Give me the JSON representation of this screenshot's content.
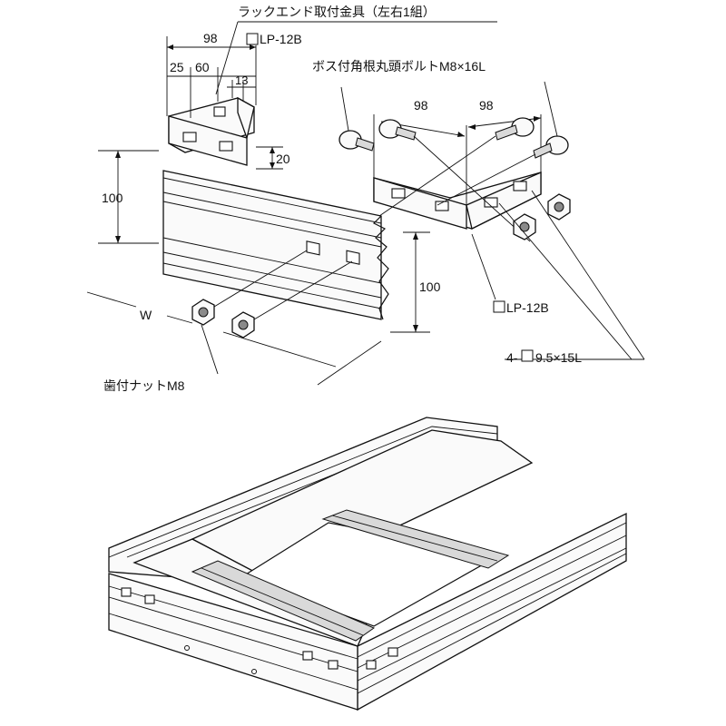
{
  "labels": {
    "bracket_title": "ラックエンド取付金具（左右1組）",
    "part_lp12b_top": "LP-12B",
    "part_lp12b_right": "LP-12B",
    "bolt_title": "ボス付角根丸頭ボルトM8×16L",
    "nut_title": "歯付ナットM8",
    "slot_spec": "9.5×15L",
    "slot_spec_prefix": "4-",
    "width_label": "W"
  },
  "dimensions": {
    "left_bracket_width": "98",
    "left_offset_25": "25",
    "left_offset_60": "60",
    "left_offset_13": "13",
    "left_height_20": "20",
    "rail_height_left": "100",
    "rail_height_right": "100",
    "right_bracket_left": "98",
    "right_bracket_right": "98"
  }
}
